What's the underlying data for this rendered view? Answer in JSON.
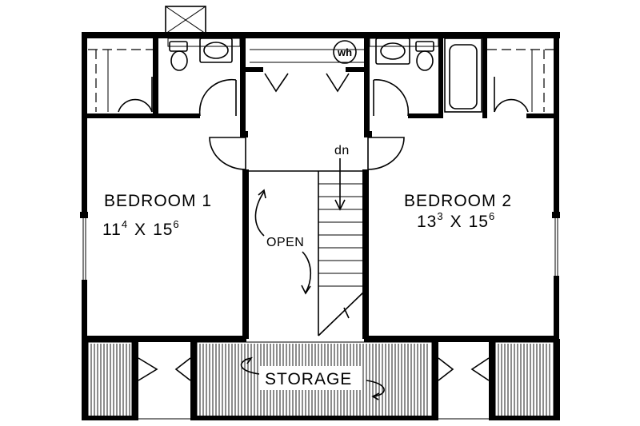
{
  "rooms": {
    "bedroom1": {
      "name": "BEDROOM  1",
      "dim_w": "11",
      "dim_w_sup": "4",
      "sep": "X",
      "dim_l": "15",
      "dim_l_sup": "6"
    },
    "bedroom2": {
      "name": "BEDROOM  2",
      "dim_w": "13",
      "dim_w_sup": "3",
      "sep": "X",
      "dim_l": "15",
      "dim_l_sup": "6"
    },
    "open": {
      "name": "OPEN"
    },
    "storage": {
      "name": "STORAGE"
    }
  },
  "fixtures": {
    "water_heater": "wh"
  },
  "stairs": {
    "direction": "dn"
  }
}
